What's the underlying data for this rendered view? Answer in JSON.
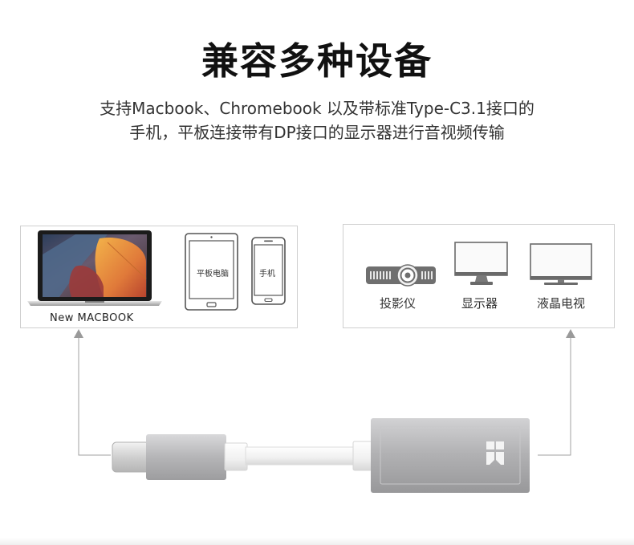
{
  "header": {
    "title": "兼容多种设备",
    "subtitle_line1": "支持Macbook、Chromebook 以及带标准Type-C3.1接口的",
    "subtitle_line2": "手机，平板连接带有DP接口的显示器进行音视频传输"
  },
  "source_devices": {
    "macbook_label": "New  MACBOOK",
    "tablet_label": "平板电脑",
    "phone_label": "手机"
  },
  "target_devices": {
    "projector_label": "投影仪",
    "monitor_label": "显示器",
    "tv_label": "液晶电视"
  },
  "icons": {
    "macbook": "laptop-icon",
    "tablet": "tablet-icon",
    "phone": "phone-icon",
    "projector": "projector-icon",
    "monitor": "monitor-icon",
    "tv": "tv-icon",
    "adapter": "usb-c-to-dp-adapter-icon"
  },
  "colors": {
    "title": "#111111",
    "panel_border": "#cfcfcf",
    "connector_line": "#a0a0a0",
    "aluminum": "#b9b9bb"
  }
}
